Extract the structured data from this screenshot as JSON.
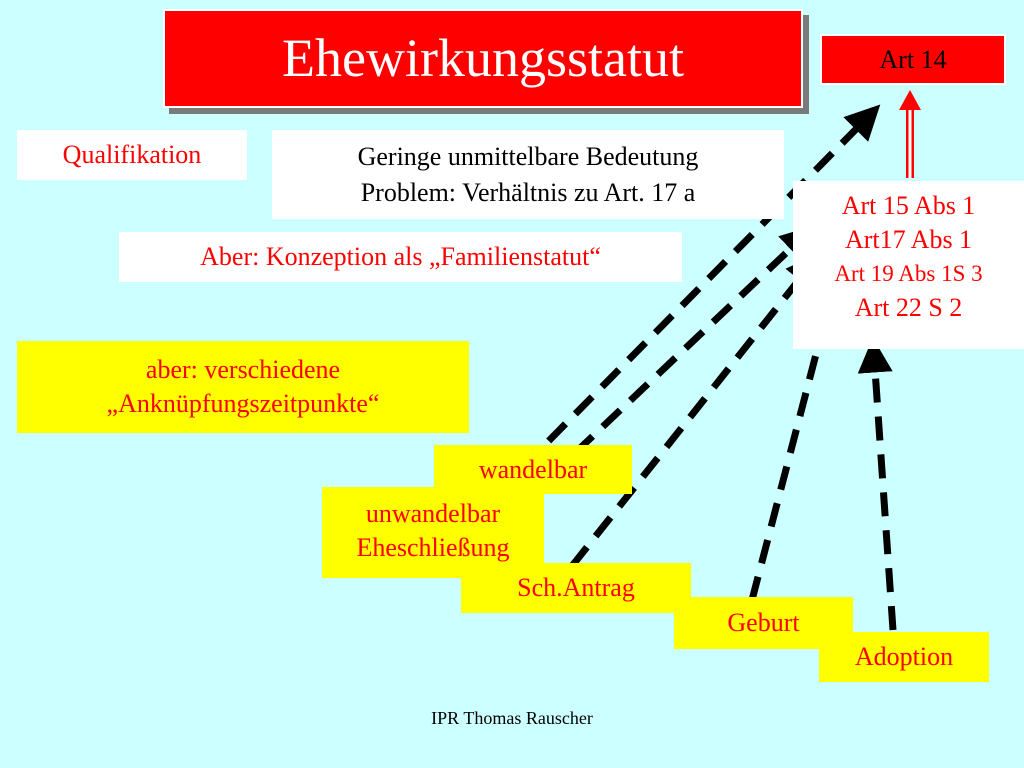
{
  "title": "Ehewirkungsstatut",
  "art14": "Art 14",
  "qualifikation": "Qualifikation",
  "geringe": {
    "line1": "Geringe unmittelbare Bedeutung",
    "line2": "Problem: Verhältnis zu Art. 17 a"
  },
  "aber_familienstatut": "Aber: Konzeption als „Familienstatut“",
  "article_list": {
    "line1": "Art 15 Abs 1",
    "line2": "Art17 Abs 1",
    "line3": "Art 19 Abs 1S 3",
    "line4": "Art 22 S 2"
  },
  "aber_zeitpunkte": {
    "line1": "aber: verschiedene",
    "line2": "„Anknüpfungszeitpunkte“"
  },
  "wandelbar": "wandelbar",
  "unwandelbar": {
    "line1": "unwandelbar",
    "line2": "Eheschließung"
  },
  "schantrag": "Sch.Antrag",
  "geburt": "Geburt",
  "adoption": "Adoption",
  "footer": "IPR Thomas Rauscher",
  "colors": {
    "background": "#ccffff",
    "red": "#ff0000",
    "yellow": "#ffff00",
    "white": "#ffffff",
    "arrow": "#000000"
  }
}
